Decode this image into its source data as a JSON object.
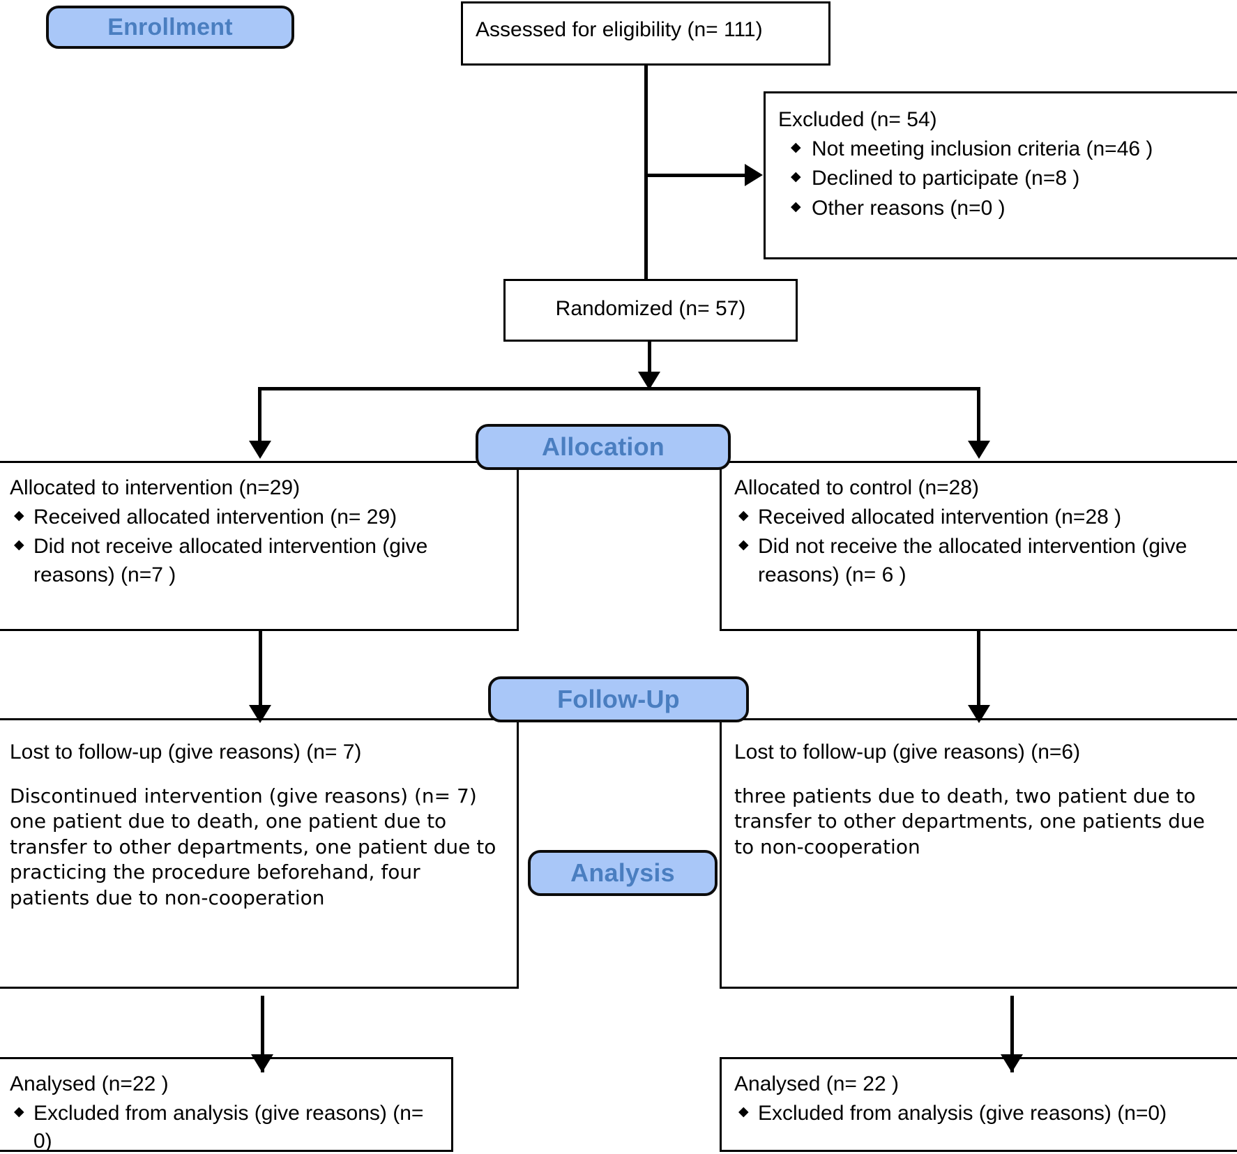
{
  "diagram": {
    "type": "consort-flow-diagram",
    "colors": {
      "stage_fill": "#a9c7f8",
      "stage_text": "#4a7ec0",
      "stage_border": "#0c0c0c",
      "box_border": "#000000",
      "background": "#ffffff"
    }
  },
  "stages": {
    "enrollment": "Enrollment",
    "allocation": "Allocation",
    "followup": "Follow-Up",
    "analysis": "Analysis"
  },
  "enrollment": {
    "assessed": "Assessed for eligibility (n= 111)",
    "excluded_title": "Excluded (n= 54)",
    "excluded_items": [
      "Not meeting inclusion criteria (n=46  )",
      "Declined to participate (n=8 )",
      "Other reasons (n=0  )"
    ],
    "randomized": "Randomized (n= 57)"
  },
  "allocation": {
    "left": {
      "title": "Allocated to intervention (n=29)",
      "items": [
        "Received allocated intervention (n= 29)",
        "Did not receive allocated intervention (give reasons) (n=7  )"
      ]
    },
    "right": {
      "title": "Allocated to control (n=28)",
      "items": [
        "Received allocated intervention (n=28 )",
        "Did not receive the allocated intervention (give reasons) (n= 6 )"
      ]
    }
  },
  "followup": {
    "left": {
      "lost": "Lost to follow-up (give reasons) (n= 7)",
      "discontinued": "Discontinued intervention (give reasons) (n= 7) one patient due to death, one patient due to transfer to other departments, one patient due to practicing the procedure beforehand, four patients due to non-cooperation"
    },
    "right": {
      "lost": "Lost to follow-up (give reasons) (n=6)",
      "discontinued": "three patients due to death, two patient due to transfer to other departments, one patients due to non-cooperation"
    }
  },
  "analysis": {
    "left": {
      "title": "Analysed  (n=22  )",
      "items": [
        "Excluded from analysis (give reasons) (n= 0)"
      ]
    },
    "right": {
      "title": "Analysed  (n= 22 )",
      "items": [
        "Excluded from analysis (give reasons) (n=0)"
      ]
    }
  }
}
